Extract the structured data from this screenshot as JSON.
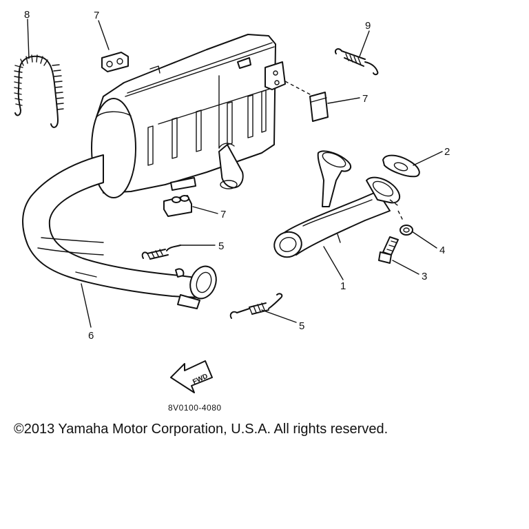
{
  "callouts": {
    "c1": "1",
    "c2": "2",
    "c3": "3",
    "c4": "4",
    "c5a": "5",
    "c5b": "5",
    "c6": "6",
    "c7a": "7",
    "c7b": "7",
    "c7c": "7",
    "c8": "8",
    "c9": "9"
  },
  "fwd_label": "FWD",
  "part_code": "8V0100-4080",
  "copyright": "©2013 Yamaha Motor Corporation, U.S.A. All rights reserved."
}
